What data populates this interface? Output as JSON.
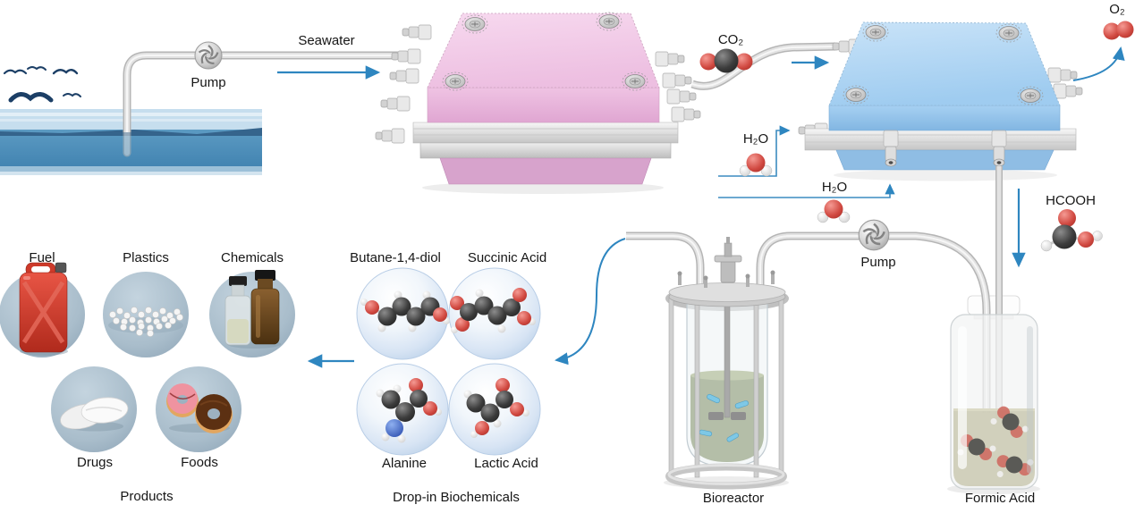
{
  "diagram": {
    "flow": {
      "seawater_label": "Seawater",
      "pump_left_label": "Pump",
      "pump_right_label": "Pump",
      "co2_label": "CO₂",
      "o2_label": "O₂",
      "h2o_upper_label": "H₂O",
      "h2o_lower_label": "H₂O",
      "hcooh_label": "HCOOH"
    },
    "stations": {
      "products": {
        "title": "Products",
        "items": [
          {
            "label": "Fuel"
          },
          {
            "label": "Plastics"
          },
          {
            "label": "Chemicals"
          },
          {
            "label": "Drugs"
          },
          {
            "label": "Foods"
          }
        ]
      },
      "biochemicals": {
        "title": "Drop-in Biochemicals",
        "items": [
          {
            "label": "Butane-1,4-diol"
          },
          {
            "label": "Succinic Acid"
          },
          {
            "label": "Alanine"
          },
          {
            "label": "Lactic Acid"
          }
        ]
      },
      "bioreactor": {
        "title": "Bioreactor"
      },
      "formic_acid": {
        "title": "Formic Acid"
      }
    },
    "colors": {
      "flow_arrow": "#2e86c0",
      "seawater_cell_pink": "#eec0e2",
      "electrolyzer_blue": "#a2cdf0",
      "ocean_blue": "#4f8fba",
      "oxygen_red": "#d04840",
      "carbon_dark": "#3c3c3c",
      "nitrogen_blue": "#2d4fb0",
      "bioreactor_broth_green": "#b4bea8"
    }
  }
}
